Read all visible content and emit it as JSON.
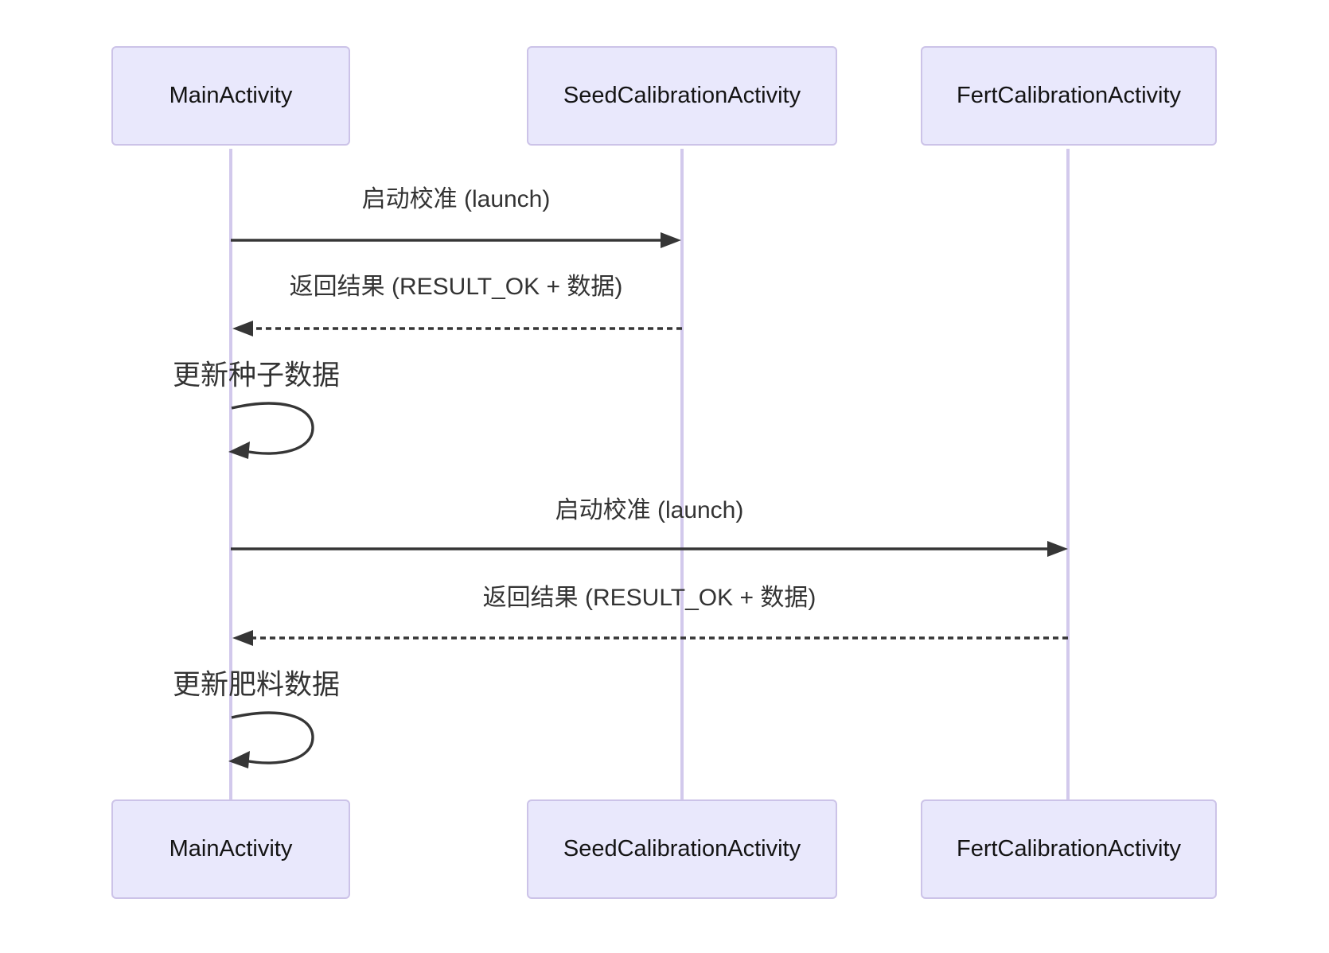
{
  "diagram": {
    "type": "sequence-diagram",
    "actors": [
      {
        "id": "main",
        "label": "MainActivity"
      },
      {
        "id": "seed",
        "label": "SeedCalibrationActivity"
      },
      {
        "id": "fert",
        "label": "FertCalibrationActivity"
      }
    ],
    "messages": [
      {
        "from": "MainActivity",
        "to": "SeedCalibrationActivity",
        "label": "启动校准 (launch)",
        "line": "solid"
      },
      {
        "from": "SeedCalibrationActivity",
        "to": "MainActivity",
        "label": "返回结果 (RESULT_OK + 数据)",
        "line": "dashed"
      },
      {
        "from": "MainActivity",
        "to": "MainActivity",
        "label": "更新种子数据",
        "line": "self-loop"
      },
      {
        "from": "MainActivity",
        "to": "FertCalibrationActivity",
        "label": "启动校准 (launch)",
        "line": "solid"
      },
      {
        "from": "FertCalibrationActivity",
        "to": "MainActivity",
        "label": "返回结果 (RESULT_OK + 数据)",
        "line": "dashed"
      },
      {
        "from": "MainActivity",
        "to": "MainActivity",
        "label": "更新肥料数据",
        "line": "self-loop"
      }
    ],
    "colors": {
      "background": "#ffffff",
      "actor_fill": "#e9e8fc",
      "actor_border": "#ccc3e8",
      "actor_text": "#141414",
      "lifeline": "#d2c9ec",
      "arrow": "#363636",
      "message_text": "#333333"
    }
  }
}
